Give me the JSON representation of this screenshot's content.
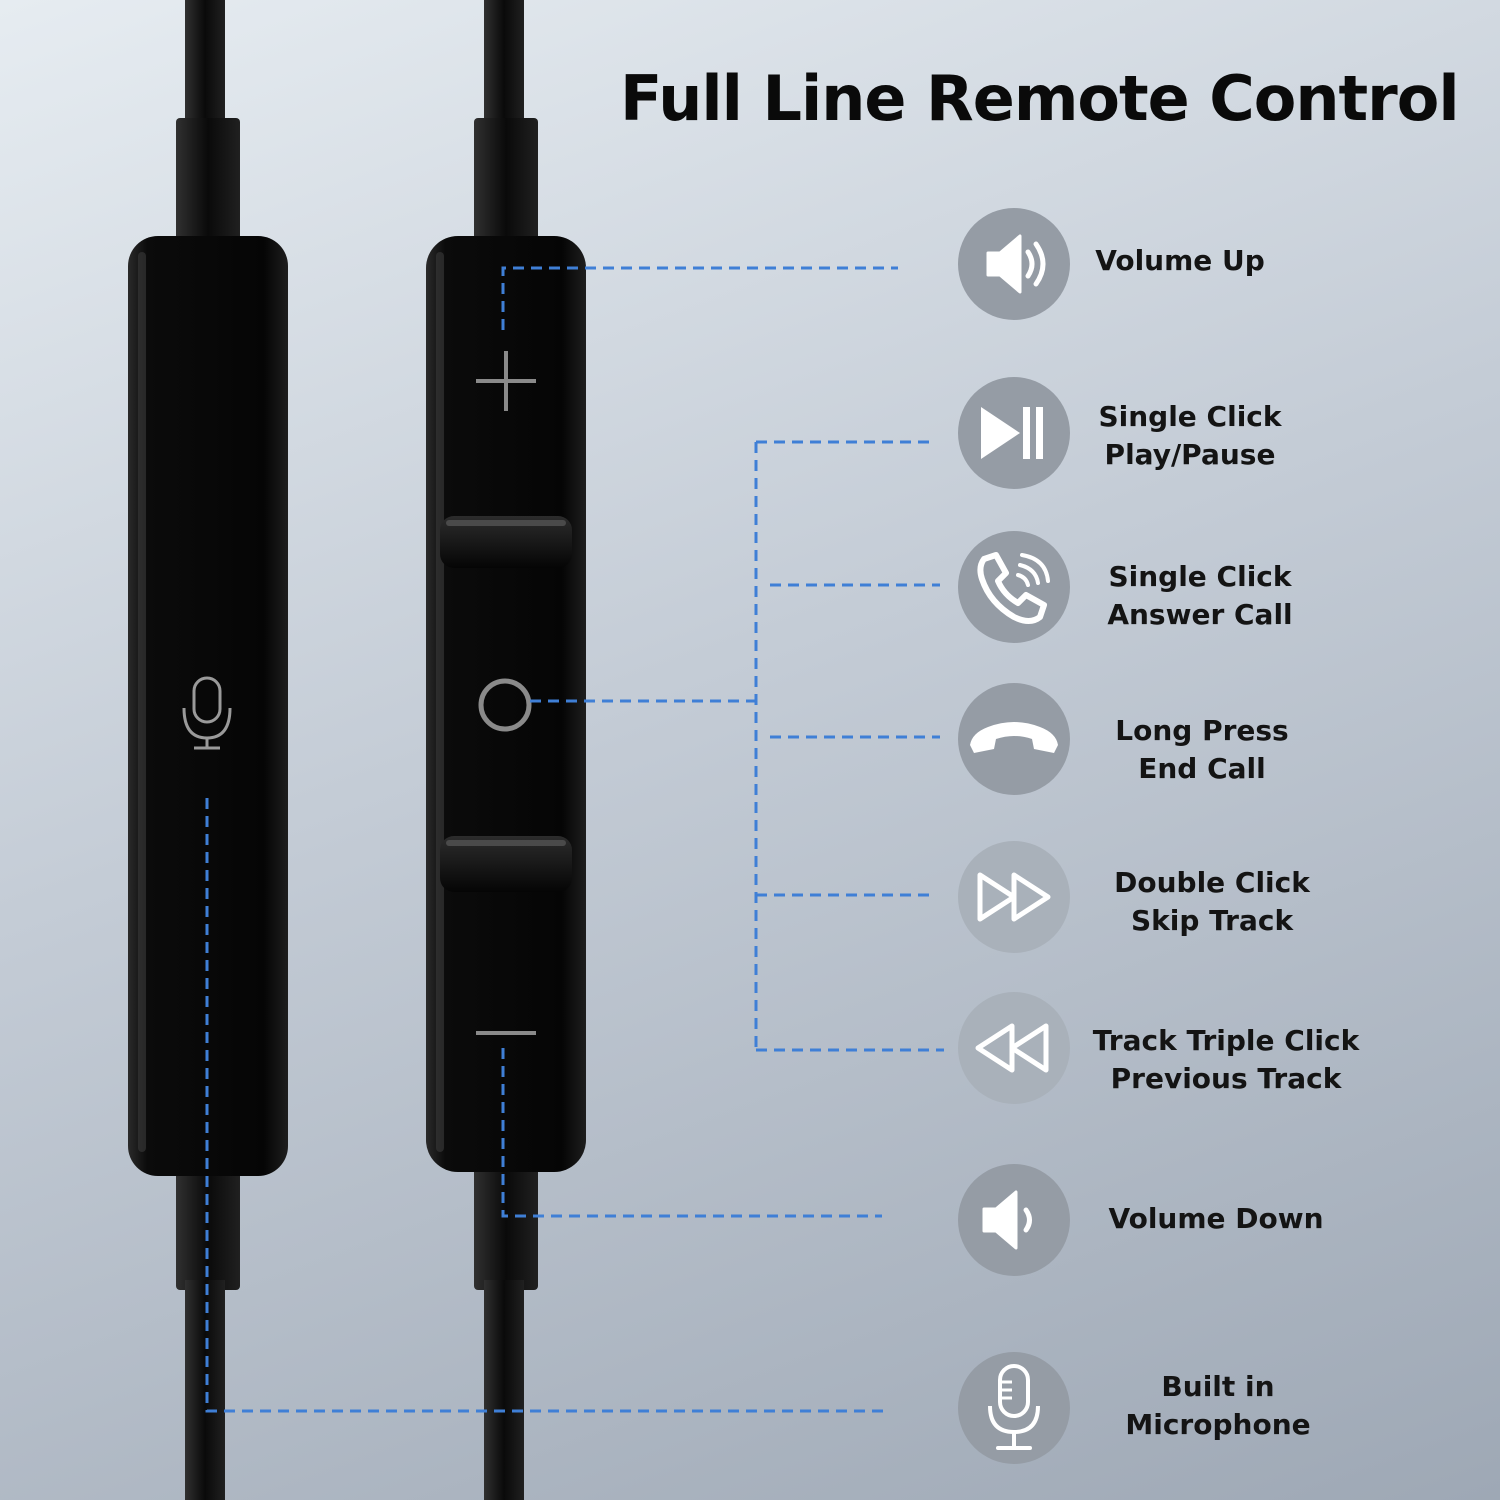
{
  "title": "Full Line Remote Control",
  "colors": {
    "accent_line": "#3f7fd6",
    "icon_circle": "#959ca5",
    "icon_glyph": "#ffffff"
  },
  "features": [
    {
      "icon": "volume-up-icon",
      "lines": [
        "Volume Up"
      ]
    },
    {
      "icon": "play-pause-icon",
      "lines": [
        "Single Click",
        "Play/Pause"
      ]
    },
    {
      "icon": "phone-ringing-icon",
      "lines": [
        "Single Click",
        "Answer Call"
      ]
    },
    {
      "icon": "hang-up-icon",
      "lines": [
        "Long Press",
        "End Call"
      ]
    },
    {
      "icon": "fast-forward-icon",
      "lines": [
        "Double Click",
        "Skip Track"
      ]
    },
    {
      "icon": "rewind-icon",
      "lines": [
        "Track Triple Click",
        "Previous Track"
      ]
    },
    {
      "icon": "volume-down-icon",
      "lines": [
        "Volume Down"
      ]
    },
    {
      "icon": "microphone-icon",
      "lines": [
        "Built in",
        "Microphone"
      ]
    }
  ]
}
